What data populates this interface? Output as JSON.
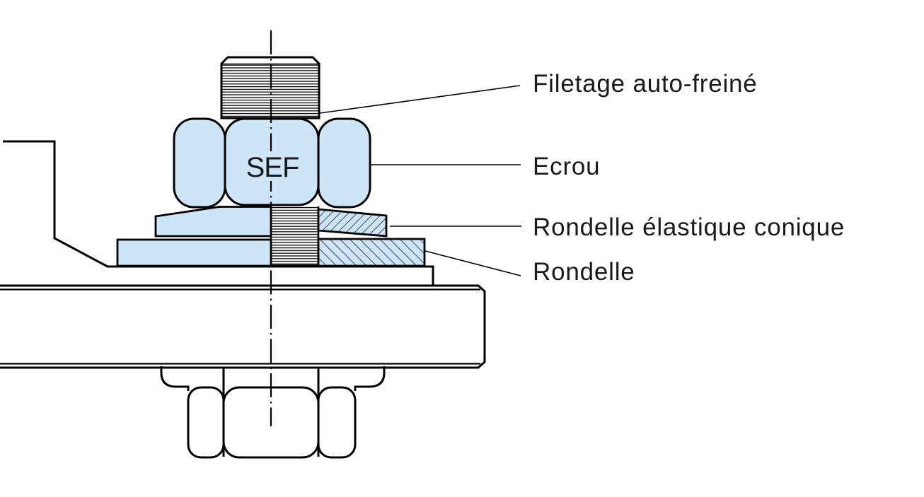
{
  "diagram": {
    "type": "technical-drawing",
    "subject": "assemblage ecrou auto-freine",
    "part_marking": "SEF",
    "annotations": [
      {
        "id": "filetage",
        "text": "Filetage auto-freiné"
      },
      {
        "id": "ecrou",
        "text": "Ecrou"
      },
      {
        "id": "rondelle-elastique",
        "text": "Rondelle élastique conique"
      },
      {
        "id": "rondelle",
        "text": "Rondelle"
      }
    ],
    "colors": {
      "part_fill": "#cee5f8",
      "line": "#000000",
      "background": "#ffffff",
      "text": "#1a1a1a"
    }
  }
}
